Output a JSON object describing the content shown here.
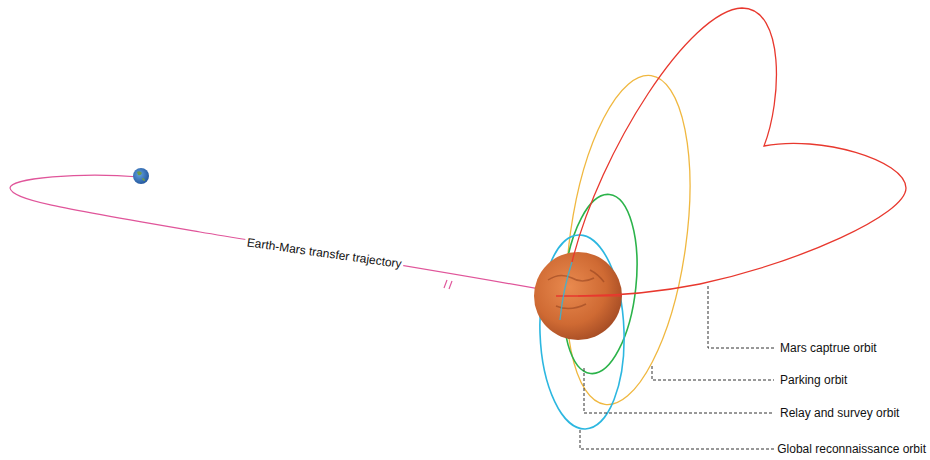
{
  "diagram": {
    "labels": [
      "Earth-Mars transfer trajectory",
      "Mars captrue orbit",
      "Parking orbit",
      "Relay and survey orbit",
      "Global reconnaissance orbit"
    ]
  }
}
